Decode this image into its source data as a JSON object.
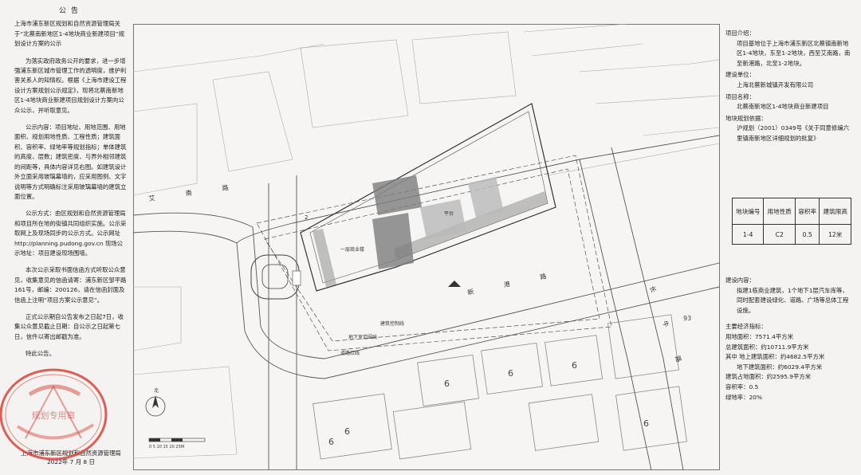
{
  "notice": {
    "title": "公告",
    "heading": "上海市浦东新区规划和自然资源管理局关于“北蔡南新地区1-4地块商业新建项目”规划设计方案的公示",
    "para1": "为落实政府政务公开的要求，进一步增强浦东新区城市管理工作的透明度，维护利害关系人的知情权。根据《上海市建设工程设计方案规划公示规定》，现将北蔡南新地区1-4地块商业新建项目规划设计方案向公众公示，并听取意见。",
    "para2": "公示内容：项目地址、用地范围、用地面积、规划用地性质、工程性质；建筑面积、容积率、绿地率等规划指标；单体建筑的高度、层数；建筑密度、与界外相邻建筑的间距等，具体内容详见右图。如建筑设计外立面采用玻璃幕墙的，应采用图例、文字说明等方式明确标注采用玻璃幕墙的建筑立面位置。",
    "para3": "公示方式：由区规划和自然资源管理局和项目所在地的街镇共同组织实施。公示采取网上及现场同步的公示方式。公示网址 http://planning.pudong.gov.cn 现场公示地址：项目建设现场围墙。",
    "para4": "本次公示采取书面信函方式听取公众意见，收集意见的信函请寄：浦东新区邹平路161号，邮编：200126，请在信函封面及信函上注明“项目方案公示意见”。",
    "para5": "正式公示期自公告发布之日起7日，收集公众意见截止日期：自公示之日起第七日，信件以寄出邮戳为准。",
    "para6": "特此公告。",
    "signer": "上海市浦东新区规划和自然资源管理局",
    "date": "2022年 7 月 8 日",
    "stamp_text": "上海市浦东新区规划和自然资源管理局规划专用章"
  },
  "project": {
    "intro_label": "项目介绍：",
    "intro_text": "项目基地位于上海市浦东新区北蔡镇南新地区1-4地块，东至1-2地块，西至艾南路，南至新港路，北至1-2地块。",
    "unit_label": "建设单位：",
    "unit_text": "上海北蔡新城镇开发有限公司",
    "name_label": "项目名称：",
    "name_text": "北蔡南新地区1-4地块商业新建项目",
    "basis_label": "地块规划依据：",
    "basis_text": "沪规划（2001）0349号《关于同意修编六里镇南新地区详细规划的批复》"
  },
  "param_table": {
    "headers": [
      "地块编号",
      "用地性质",
      "容积率",
      "建筑限高"
    ],
    "row": [
      "1-4",
      "C2",
      "0.5",
      "12米"
    ]
  },
  "content": {
    "label": "建设内容：",
    "text": "拟建1栋商业建筑，1个地下1层汽车库等，同时配套建设绿化、道路、广场等总体工程设施。"
  },
  "indicators": {
    "label": "主要经济指标：",
    "items": [
      "用地面积：7571.4平方米",
      "总建筑面积：约10711.9平方米",
      "其中 地上建筑面积：约4682.5平方米",
      "地下建筑面积：约6029.4平方米",
      "建筑占地面积：约2595.9平方米",
      "容积率：0.5",
      "绿地率：20%"
    ]
  },
  "drawing": {
    "road_xingang": "新 港 路",
    "road_ainan": "艾 南 路",
    "road_east": "长 牛 路",
    "building_label": "一层商业楼",
    "platform_label": "平台",
    "underground_label": "地下室范围线",
    "redline_label": "道路红线",
    "setback_label": "建筑控制线",
    "floors": "2",
    "block_numbers": [
      "6",
      "6",
      "6",
      "6",
      "6",
      "6",
      "93"
    ],
    "north": "北",
    "scale": "0 5 10 15 20 25M"
  }
}
